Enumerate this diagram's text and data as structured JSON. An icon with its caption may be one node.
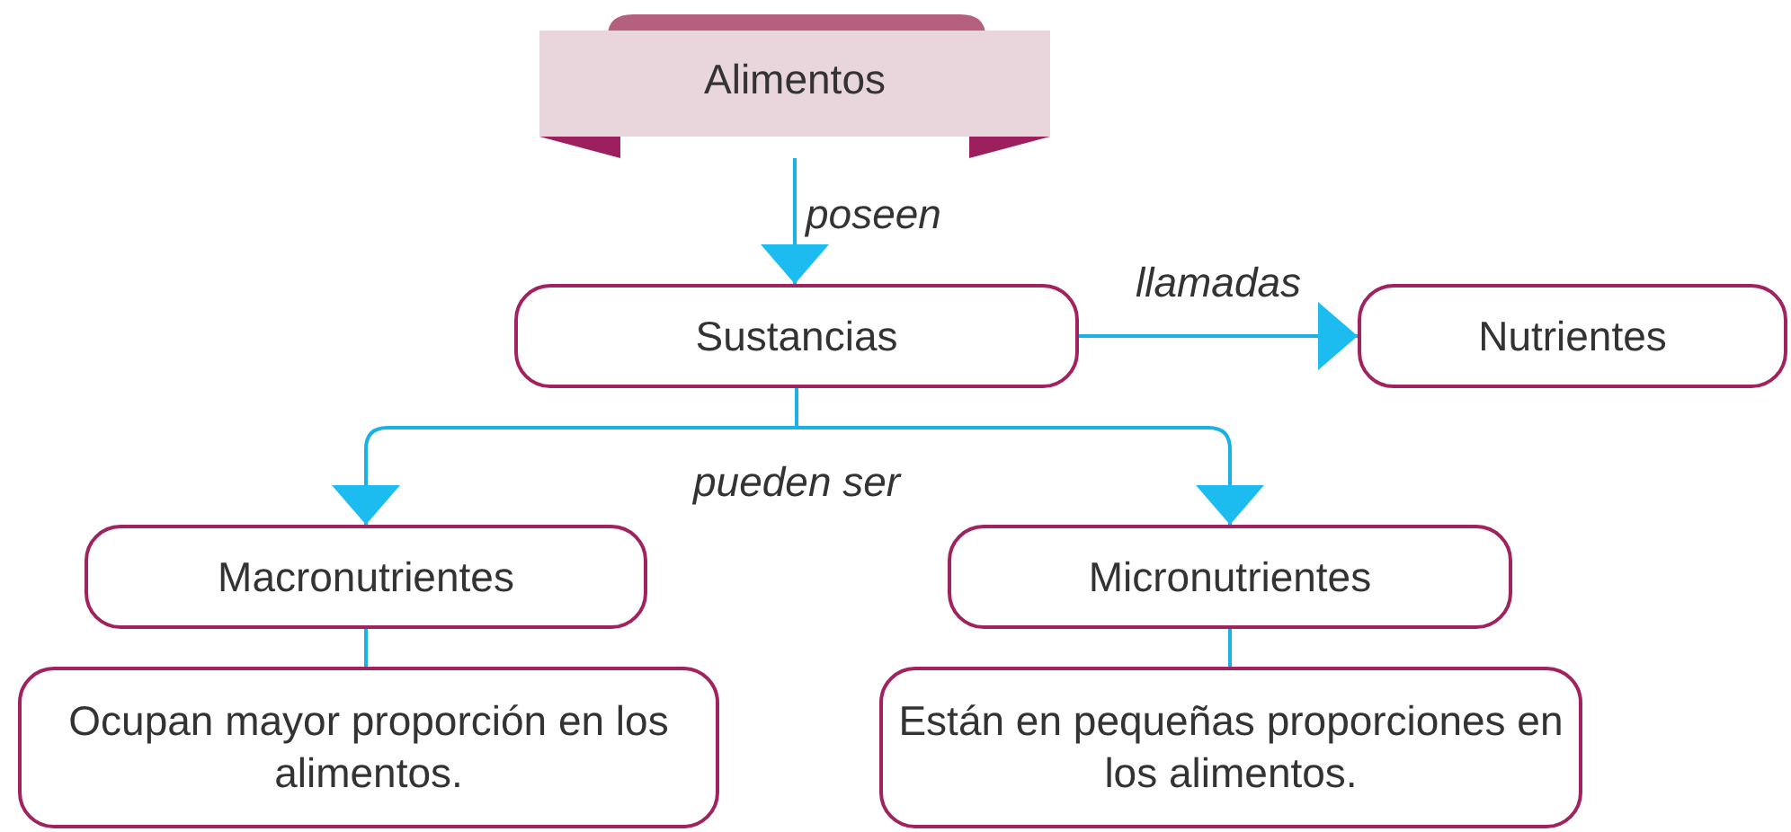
{
  "diagram": {
    "nodes": [
      {
        "text": [
          "Alimentos"
        ]
      },
      {
        "text": [
          "Sustancias"
        ]
      },
      {
        "text": [
          "Nutrientes"
        ]
      },
      {
        "text": [
          "Macronutrientes"
        ]
      },
      {
        "text": [
          "Micronutrientes"
        ]
      },
      {
        "text": [
          "Ocupan mayor proporción en los alimentos."
        ]
      },
      {
        "text": [
          "Están en pequeñas proporciones en los alimentos."
        ]
      }
    ],
    "edges": [
      {
        "from": 0,
        "to": 1,
        "arrow": "to",
        "label": "poseen"
      },
      {
        "from": 1,
        "to": 2,
        "arrow": "to",
        "label": "llamadas"
      },
      {
        "from": 1,
        "to": 3,
        "arrow": "to",
        "label": "pueden ser"
      },
      {
        "from": 1,
        "to": 4,
        "arrow": "to"
      },
      {
        "from": 3,
        "to": 5,
        "arrow": "none"
      },
      {
        "from": 4,
        "to": 6,
        "arrow": "none"
      }
    ]
  }
}
